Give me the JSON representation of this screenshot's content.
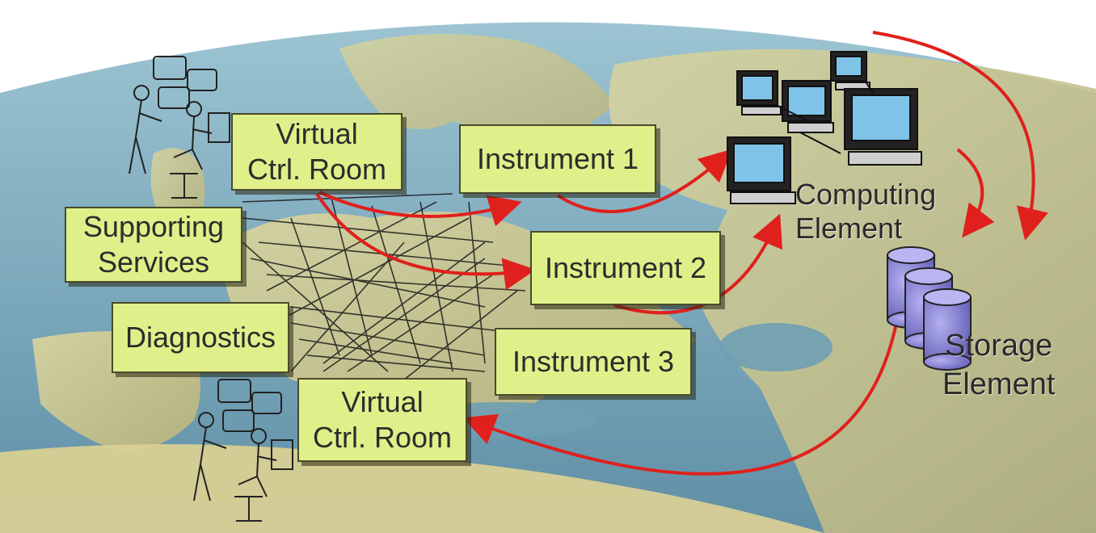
{
  "nodes": {
    "vcr_top": {
      "line1": "Virtual",
      "line2": "Ctrl. Room"
    },
    "instrument1": {
      "label": "Instrument 1"
    },
    "instrument2": {
      "label": "Instrument 2"
    },
    "instrument3": {
      "label": "Instrument 3"
    },
    "supporting": {
      "line1": "Supporting",
      "line2": "Services"
    },
    "diagnostics": {
      "label": "Diagnostics"
    },
    "vcr_bottom": {
      "line1": "Virtual",
      "line2": "Ctrl. Room"
    },
    "computing": {
      "line1": "Computing",
      "line2": "Element"
    },
    "storage": {
      "line1": "Storage",
      "line2": "Element"
    }
  },
  "colors": {
    "box_fill": "#dff08a",
    "arrow": "#e0201c",
    "mesh_lines": "#1a1a1a",
    "ocean": "#6f9fb3",
    "land": "#c8c68e",
    "storage_cylinder": "#8a86d8"
  },
  "icons": [
    "operator-workstation-icon",
    "computer-terminal-icon",
    "database-cylinder-icon"
  ]
}
